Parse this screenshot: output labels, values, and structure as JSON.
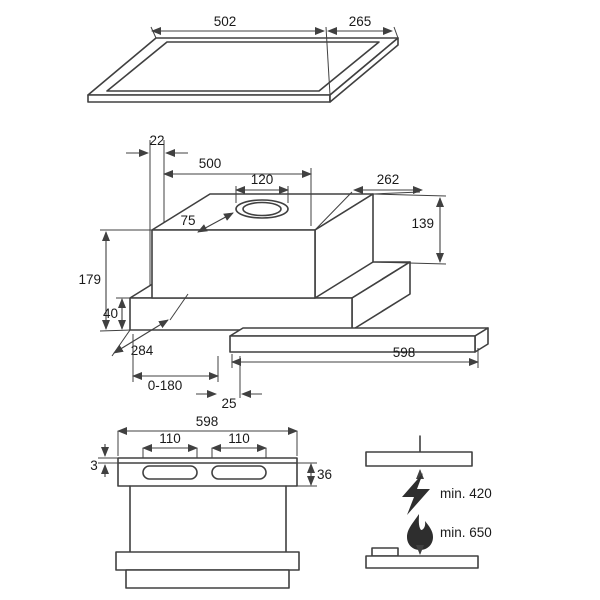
{
  "diagram": {
    "title": "cooker-hood-installation-dimensions",
    "cutout": {
      "width": "502",
      "depth": "265"
    },
    "hood_iso": {
      "gap": "22",
      "top_width": "500",
      "duct_width": "120",
      "top_depth": "262",
      "duct_offset": "75",
      "body_height": "139",
      "total_height": "179",
      "visor_height": "40",
      "depth": "284",
      "pullout_range": "0-180",
      "front_gap": "25",
      "total_width": "598"
    },
    "front_view": {
      "width": "598",
      "slot_left": "110",
      "slot_right": "110",
      "lip": "3",
      "panel_height": "36"
    },
    "clearance": {
      "electric": "min. 420",
      "gas": "min. 650"
    },
    "icons": {
      "electric": "lightning-icon",
      "gas": "flame-icon"
    },
    "colors": {
      "line": "#404040",
      "text": "#1a1a1a",
      "background": "#ffffff"
    }
  }
}
